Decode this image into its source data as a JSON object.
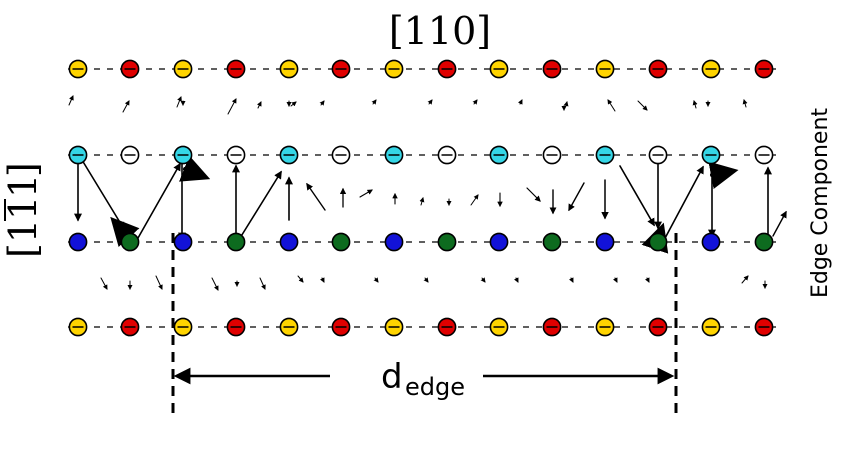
{
  "labels": {
    "top_direction": "[110]",
    "left_direction": "[1",
    "left_direction_bar1": "1",
    "left_direction_bar2": "1",
    "left_direction_close": "]",
    "right_title": "Edge Component",
    "dimension_base": "d",
    "dimension_subscript": "edge"
  },
  "colors": {
    "yellow_atom": "#ffd400",
    "red_atom": "#e00000",
    "cyan_atom": "#35d6e6",
    "white_atom": "#ffffff",
    "blue_atom": "#1212d8",
    "green_atom": "#0d6b1f",
    "line": "#000000"
  },
  "rows": [
    {
      "name": "top-row",
      "pattern": [
        "yellow",
        "red"
      ],
      "marked": true
    },
    {
      "name": "upper-middle-row",
      "pattern": [
        "cyan",
        "white"
      ],
      "marked": true
    },
    {
      "name": "lower-middle-row",
      "pattern": [
        "blue",
        "green"
      ],
      "marked": false
    },
    {
      "name": "bottom-row",
      "pattern": [
        "yellow",
        "red"
      ],
      "marked": true
    }
  ],
  "icons": {
    "displacement_arrow": "arrow-icon",
    "atom": "atom-icon"
  }
}
